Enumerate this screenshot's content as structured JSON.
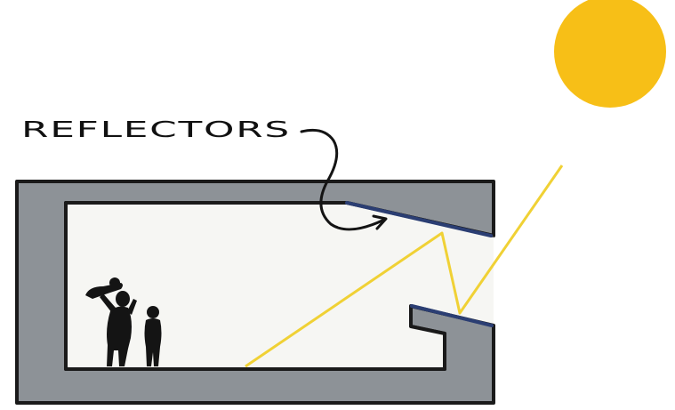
{
  "diagram": {
    "reflectors_label": "Reflectors",
    "colors": {
      "sun": "#F7BF17",
      "light_ray": "#F0D135",
      "wall": "#8D9297",
      "wall_outline": "#1A1A1A",
      "interior": "#F6F6F3",
      "reflector_surface": "#2B3E73",
      "people": "#141414"
    },
    "icons": [
      "sun-icon",
      "adult-holding-child-silhouette",
      "child-silhouette",
      "curved-arrow-icon"
    ]
  }
}
